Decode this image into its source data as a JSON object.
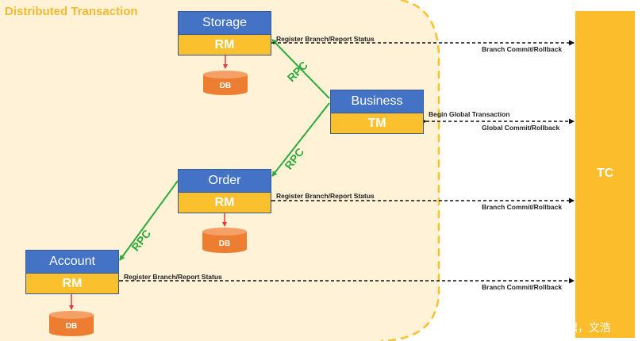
{
  "region_title": "Distributed Transaction",
  "services": {
    "storage": {
      "name": "Storage",
      "role": "RM"
    },
    "business": {
      "name": "Business",
      "role": "TM"
    },
    "order": {
      "name": "Order",
      "role": "RM"
    },
    "account": {
      "name": "Account",
      "role": "RM"
    }
  },
  "db_label": "DB",
  "rpc_label": "RPC",
  "tc_label": "TC",
  "arrows": {
    "register": "Register Branch/Report Status",
    "branch": "Branch Commit/Rollback",
    "begin": "Begin Global Transaction",
    "global": "Global Commit/Rollback"
  },
  "watermark": "CSDN @嘿，文浩",
  "colors": {
    "region_fill": "#fff2d6",
    "region_border": "#fbc02d",
    "service_blue": "#4472c4",
    "rm_yellow": "#fbc02d",
    "db_orange": "#ed7d31",
    "rpc_green": "#2eaa3c",
    "red_link": "#e53935"
  }
}
